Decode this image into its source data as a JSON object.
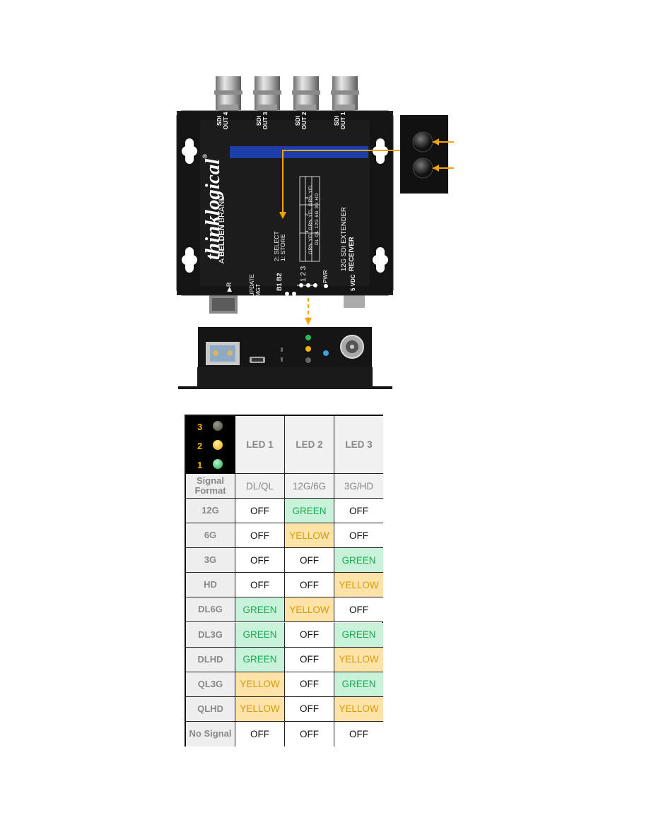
{
  "brand": {
    "name": "thinklogical",
    "registered": "®",
    "tagline_a": "A ",
    "tagline_b": "BELDEN",
    "tagline_c": " BRAND"
  },
  "device": {
    "outputs": [
      {
        "line1": "SDI",
        "line2": "OUT 4"
      },
      {
        "line1": "SDI",
        "line2": "OUT 3"
      },
      {
        "line1": "SDI",
        "line2": "OUT 2"
      },
      {
        "line1": "SDI",
        "line2": "OUT 1"
      }
    ],
    "switch_select": "2: SELECT",
    "switch_store": "1: STORE",
    "product_line1": "12G SDI EXTENDER",
    "product_line2": "RECEIVER",
    "r_label": "R",
    "update_line1": "UPDATE",
    "update_line2": "MGT",
    "b_label": "B1 B2",
    "led_numbers": "1 2 3",
    "pwr_label": "PWR",
    "vdc_label": "5 VDC",
    "mini_table": {
      "headers": [
        "1",
        "2",
        "3"
      ],
      "row1": [
        "GRN",
        "YEL",
        "GRN",
        "YEL",
        "GRN",
        "YEL"
      ],
      "row2": [
        "DL",
        "QL",
        "12G",
        "6G",
        "3G",
        "HD"
      ]
    }
  },
  "colors": {
    "accent": "#f5a300",
    "blue_bar": "#1c3ea8",
    "green": "#1da851",
    "yellow": "#f5b400",
    "dark_led": "#555555"
  },
  "legend": {
    "led3": "3",
    "led2": "2",
    "led1": "1"
  },
  "table": {
    "headers": [
      "LED 1",
      "LED 2",
      "LED 3"
    ],
    "format_label_1": "Signal",
    "format_label_2": "Format",
    "subheaders": [
      "DL/QL",
      "12G/6G",
      "3G/HD"
    ],
    "rows": [
      {
        "label": "12G",
        "cells": [
          "OFF",
          "GREEN",
          "OFF"
        ]
      },
      {
        "label": "6G",
        "cells": [
          "OFF",
          "YELLOW",
          "OFF"
        ]
      },
      {
        "label": "3G",
        "cells": [
          "OFF",
          "OFF",
          "GREEN"
        ]
      },
      {
        "label": "HD",
        "cells": [
          "OFF",
          "OFF",
          "YELLOW"
        ]
      },
      {
        "label": "DL6G",
        "cells": [
          "GREEN",
          "YELLOW",
          "OFF"
        ]
      },
      {
        "label": "DL3G",
        "cells": [
          "GREEN",
          "OFF",
          "GREEN"
        ]
      },
      {
        "label": "DLHD",
        "cells": [
          "GREEN",
          "OFF",
          "YELLOW"
        ]
      },
      {
        "label": "QL3G",
        "cells": [
          "YELLOW",
          "OFF",
          "GREEN"
        ]
      },
      {
        "label": "QLHD",
        "cells": [
          "YELLOW",
          "OFF",
          "YELLOW"
        ]
      },
      {
        "label": "No Signal",
        "cells": [
          "OFF",
          "OFF",
          "OFF"
        ]
      }
    ]
  }
}
